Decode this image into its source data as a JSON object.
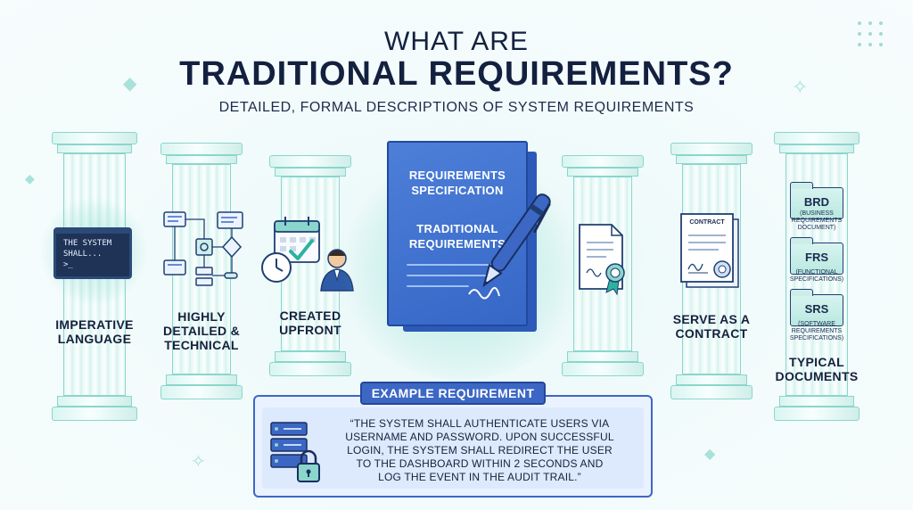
{
  "header": {
    "title_line1": "WHAT ARE",
    "title_line2": "TRADITIONAL REQUIREMENTS?",
    "subtitle": "DETAILED, FORMAL DESCRIPTIONS OF SYSTEM REQUIREMENTS"
  },
  "pillars": [
    {
      "label_lines": [
        "IMPERATIVE",
        "LANGUAGE"
      ],
      "icon": "terminal-icon"
    },
    {
      "label_lines": [
        "HIGHLY",
        "DETAILED &",
        "TECHNICAL"
      ],
      "icon": "flowchart-icon"
    },
    {
      "label_lines": [
        "CREATED",
        "UPFRONT"
      ],
      "icon": "calendar-clock-person-icon"
    },
    {
      "label_lines": [],
      "icon": "certificate-icon"
    },
    {
      "label_lines": [
        "SERVE AS A",
        "CONTRACT"
      ],
      "icon": "contract-icon"
    },
    {
      "label_lines": [
        "TYPICAL",
        "DOCUMENTS"
      ],
      "icon": "folders-icon"
    }
  ],
  "terminal": {
    "line1": "THE SYSTEM",
    "line2": "SHALL...",
    "line3": ">_"
  },
  "document": {
    "line1": "REQUIREMENTS",
    "line2": "SPECIFICATION",
    "line3": "TRADITIONAL",
    "line4": "REQUIREMENTS",
    "icon": "pen-icon"
  },
  "contract": {
    "label": "CONTRACT"
  },
  "documents": [
    {
      "abbr": "BRD",
      "sub_lines": [
        "(BUSINESS",
        "REQUIREMENTS",
        "DOCUMENT)"
      ]
    },
    {
      "abbr": "FRS",
      "sub_lines": [
        "(FUNCTIONAL",
        "SPECIFICATIONS)"
      ]
    },
    {
      "abbr": "SRS",
      "sub_lines": [
        "(SOFTWARE",
        "REQUIREMENTS",
        "SPECIFICATIONS)"
      ]
    }
  ],
  "example": {
    "title": "EXAMPLE REQUIREMENT",
    "text_lines": [
      "“THE SYSTEM SHALL AUTHENTICATE USERS VIA",
      "USERNAME AND PASSWORD. UPON SUCCESSFUL",
      "LOGIN, THE SYSTEM SHALL REDIRECT THE USER",
      "TO THE DASHBOARD WITHIN 2 SECONDS AND",
      "LOG THE EVENT IN THE AUDIT TRAIL.”"
    ],
    "icon": "server-lock-icon"
  },
  "colors": {
    "navy": "#14213d",
    "accent_blue": "#3c67c4",
    "document_blue": "#3667c7",
    "pillar_teal": "#8ad6cc"
  }
}
